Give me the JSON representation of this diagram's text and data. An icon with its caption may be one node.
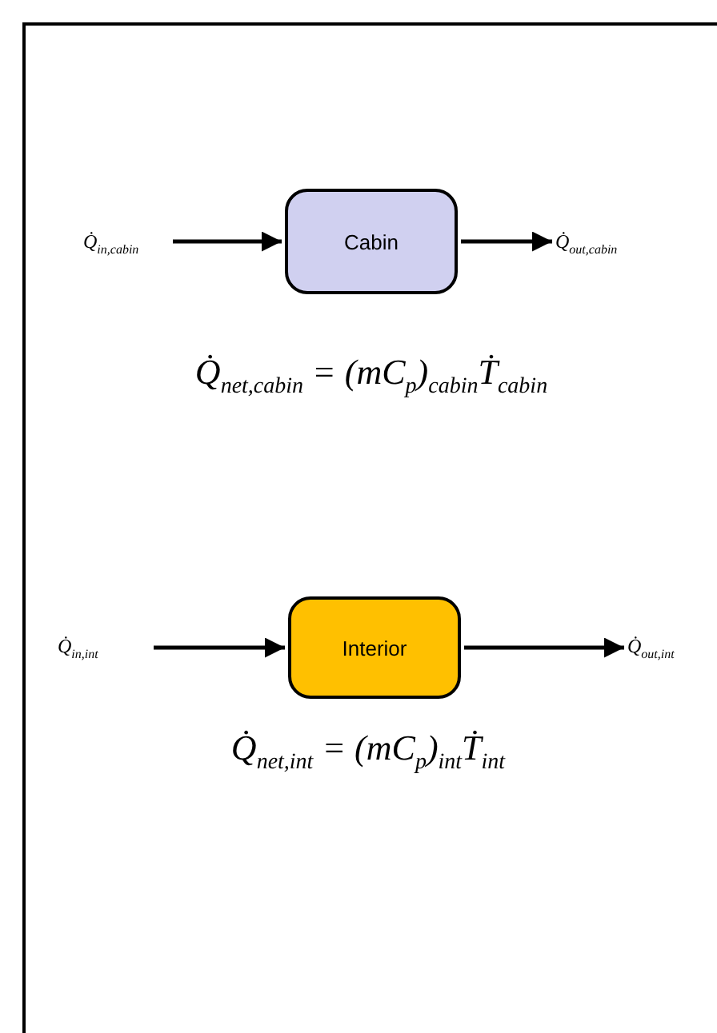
{
  "diagram": {
    "nodes": [
      {
        "text": [
          "Q̇$_{in,cabin}$"
        ]
      },
      {
        "text": [
          "Cabin"
        ]
      },
      {
        "text": [
          "Q̇$_{out,cabin}$"
        ]
      },
      {
        "text": [
          "Q̇$_{in,int}$"
        ]
      },
      {
        "text": [
          "Interior"
        ]
      },
      {
        "text": [
          "Q̇$_{out,int}$"
        ]
      }
    ],
    "edges": [
      {
        "from": 0,
        "to": 1,
        "arrow": "to"
      },
      {
        "from": 1,
        "to": 2,
        "arrow": "to"
      },
      {
        "from": 3,
        "to": 4,
        "arrow": "to"
      },
      {
        "from": 4,
        "to": 5,
        "arrow": "to"
      }
    ],
    "labels": [
      "Q̇$_{net,cabin}$ = (mC$_{p}$)$_{cabin}$Ṫ$_{cabin}$",
      "Q̇$_{net,int}$ = (mC$_{p}$)$_{int}$Ṫ$_{int}$"
    ]
  }
}
